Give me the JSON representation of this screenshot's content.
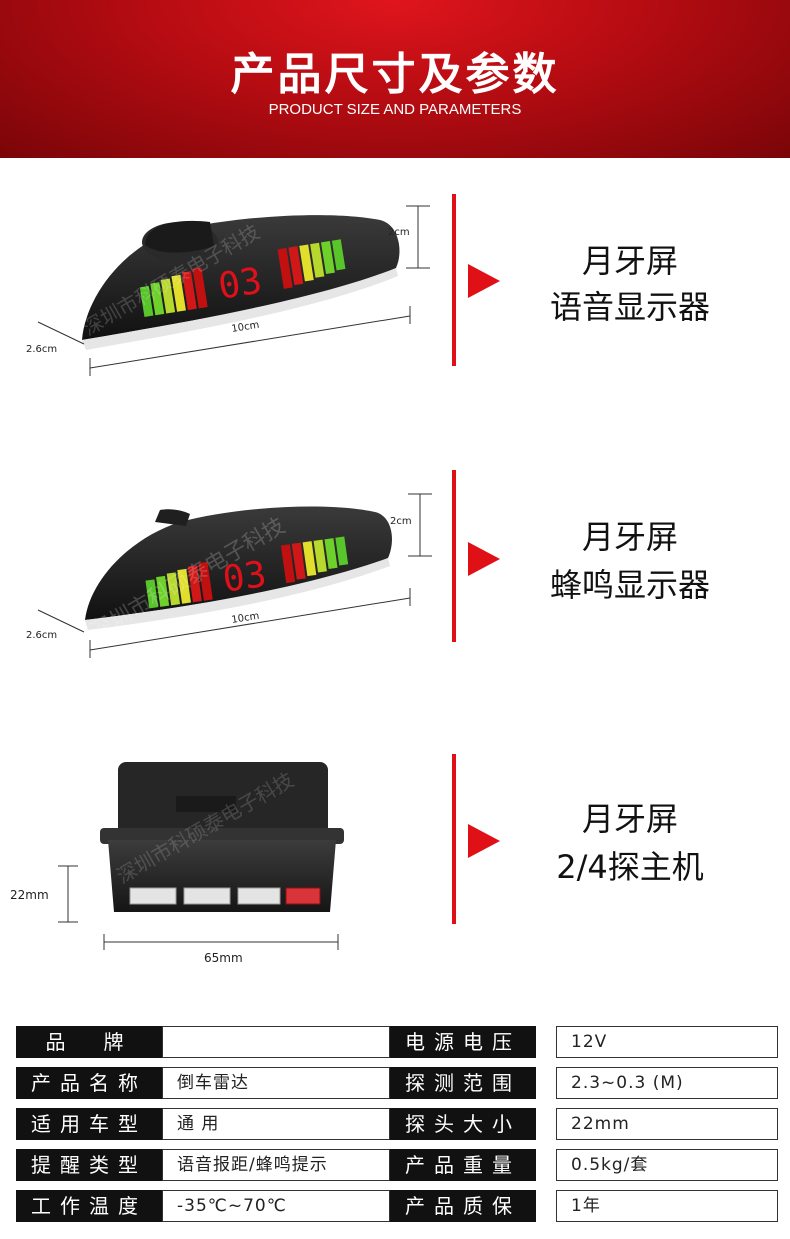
{
  "header": {
    "title": "产品尺寸及参数",
    "subtitle": "PRODUCT SIZE AND PARAMETERS"
  },
  "products": [
    {
      "line1": "月牙屏",
      "line2": "语音显示器",
      "dim_height": "2cm",
      "dim_depth": "2.6cm",
      "dim_width": "10cm",
      "display_text": "03"
    },
    {
      "line1": "月牙屏",
      "line2": "蜂鸣显示器",
      "dim_height": "2cm",
      "dim_depth": "2.6cm",
      "dim_width": "10cm",
      "display_text": "03"
    },
    {
      "line1": "月牙屏",
      "line2": "2/4探主机",
      "dim_height": "22mm",
      "dim_width": "65mm"
    }
  ],
  "watermark": "深圳市科硕泰电子科技",
  "specs": {
    "rows": [
      {
        "l1": "品　牌",
        "v1": "",
        "l2": "电源电压",
        "v2": "12V"
      },
      {
        "l1": "产品名称",
        "v1": "倒车雷达",
        "l2": "探测范围",
        "v2": "2.3~0.3 (M)"
      },
      {
        "l1": "适用车型",
        "v1": "通 用",
        "l2": "探头大小",
        "v2": "22mm"
      },
      {
        "l1": "提醒类型",
        "v1": "语音报距/蜂鸣提示",
        "l2": "产品重量",
        "v2": "0.5kg/套"
      },
      {
        "l1": "工作温度",
        "v1": "-35℃~70℃",
        "l2": "产品质保",
        "v2": "1年"
      }
    ]
  },
  "colors": {
    "accent": "#e01017",
    "label_bg": "#111111"
  }
}
